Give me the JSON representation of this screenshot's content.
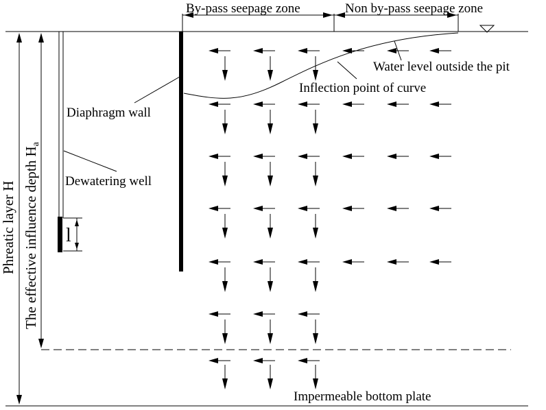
{
  "labels": {
    "bypass_zone": "By-pass seepage zone",
    "non_bypass_zone": "Non by-pass seepage zone",
    "water_level": "Water level outside the pit",
    "inflection": "Inflection point of curve",
    "diaphragm_wall": "Diaphragm wall",
    "dewatering_well": "Dewatering well",
    "impermeable": "Impermeable bottom plate",
    "phreatic": "Phreatic layer H",
    "effective_depth": "The effective influence depth H",
    "effective_depth_sub": "a",
    "filter_mark": "l"
  },
  "flow_field": {
    "horizontal_arrow_rows": 5,
    "horizontal_arrow_cols": 6,
    "vertical_arrow_rows": 7,
    "vertical_arrow_cols": 3
  },
  "colors": {
    "ink": "#000000",
    "background": "#ffffff"
  }
}
